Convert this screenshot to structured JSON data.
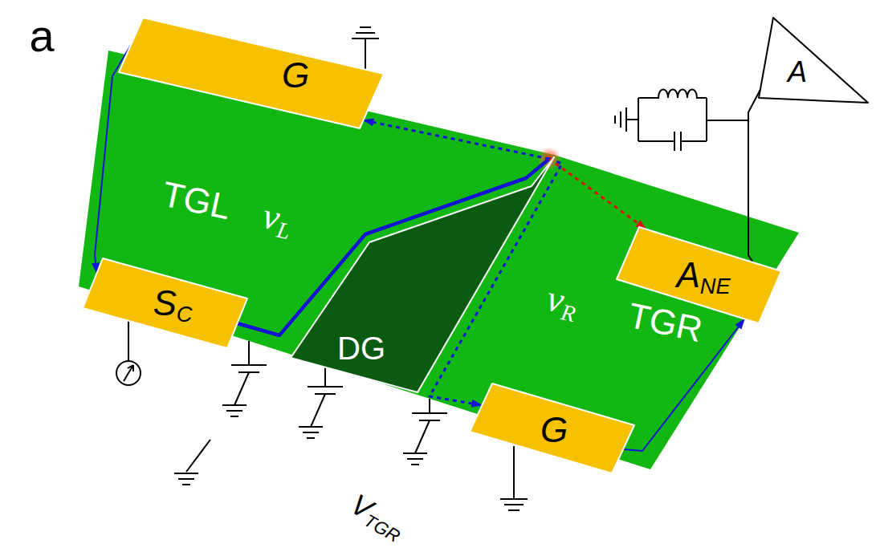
{
  "diagram": {
    "nodes": [
      {
        "text": [
          "G"
        ]
      },
      {
        "text": [
          "SC"
        ]
      },
      {
        "text": [
          "DG"
        ]
      },
      {
        "text": [
          "ANE"
        ]
      },
      {
        "text": [
          "G"
        ]
      },
      {
        "text": [
          "A"
        ]
      }
    ],
    "edges": [
      {
        "from": 0,
        "to": 1,
        "arrow": "to"
      },
      {
        "from": 1,
        "to": 0,
        "arrow": "to"
      },
      {
        "from": 1,
        "to": 4,
        "arrow": "to"
      },
      {
        "from": 1,
        "to": 3,
        "arrow": "to"
      },
      {
        "from": 4,
        "to": 3,
        "arrow": "to"
      },
      {
        "from": 3,
        "to": 5,
        "arrow": "none"
      }
    ],
    "labels": [
      "a",
      "TGL",
      "νL",
      "νR",
      "TGR",
      "VTGR"
    ]
  }
}
